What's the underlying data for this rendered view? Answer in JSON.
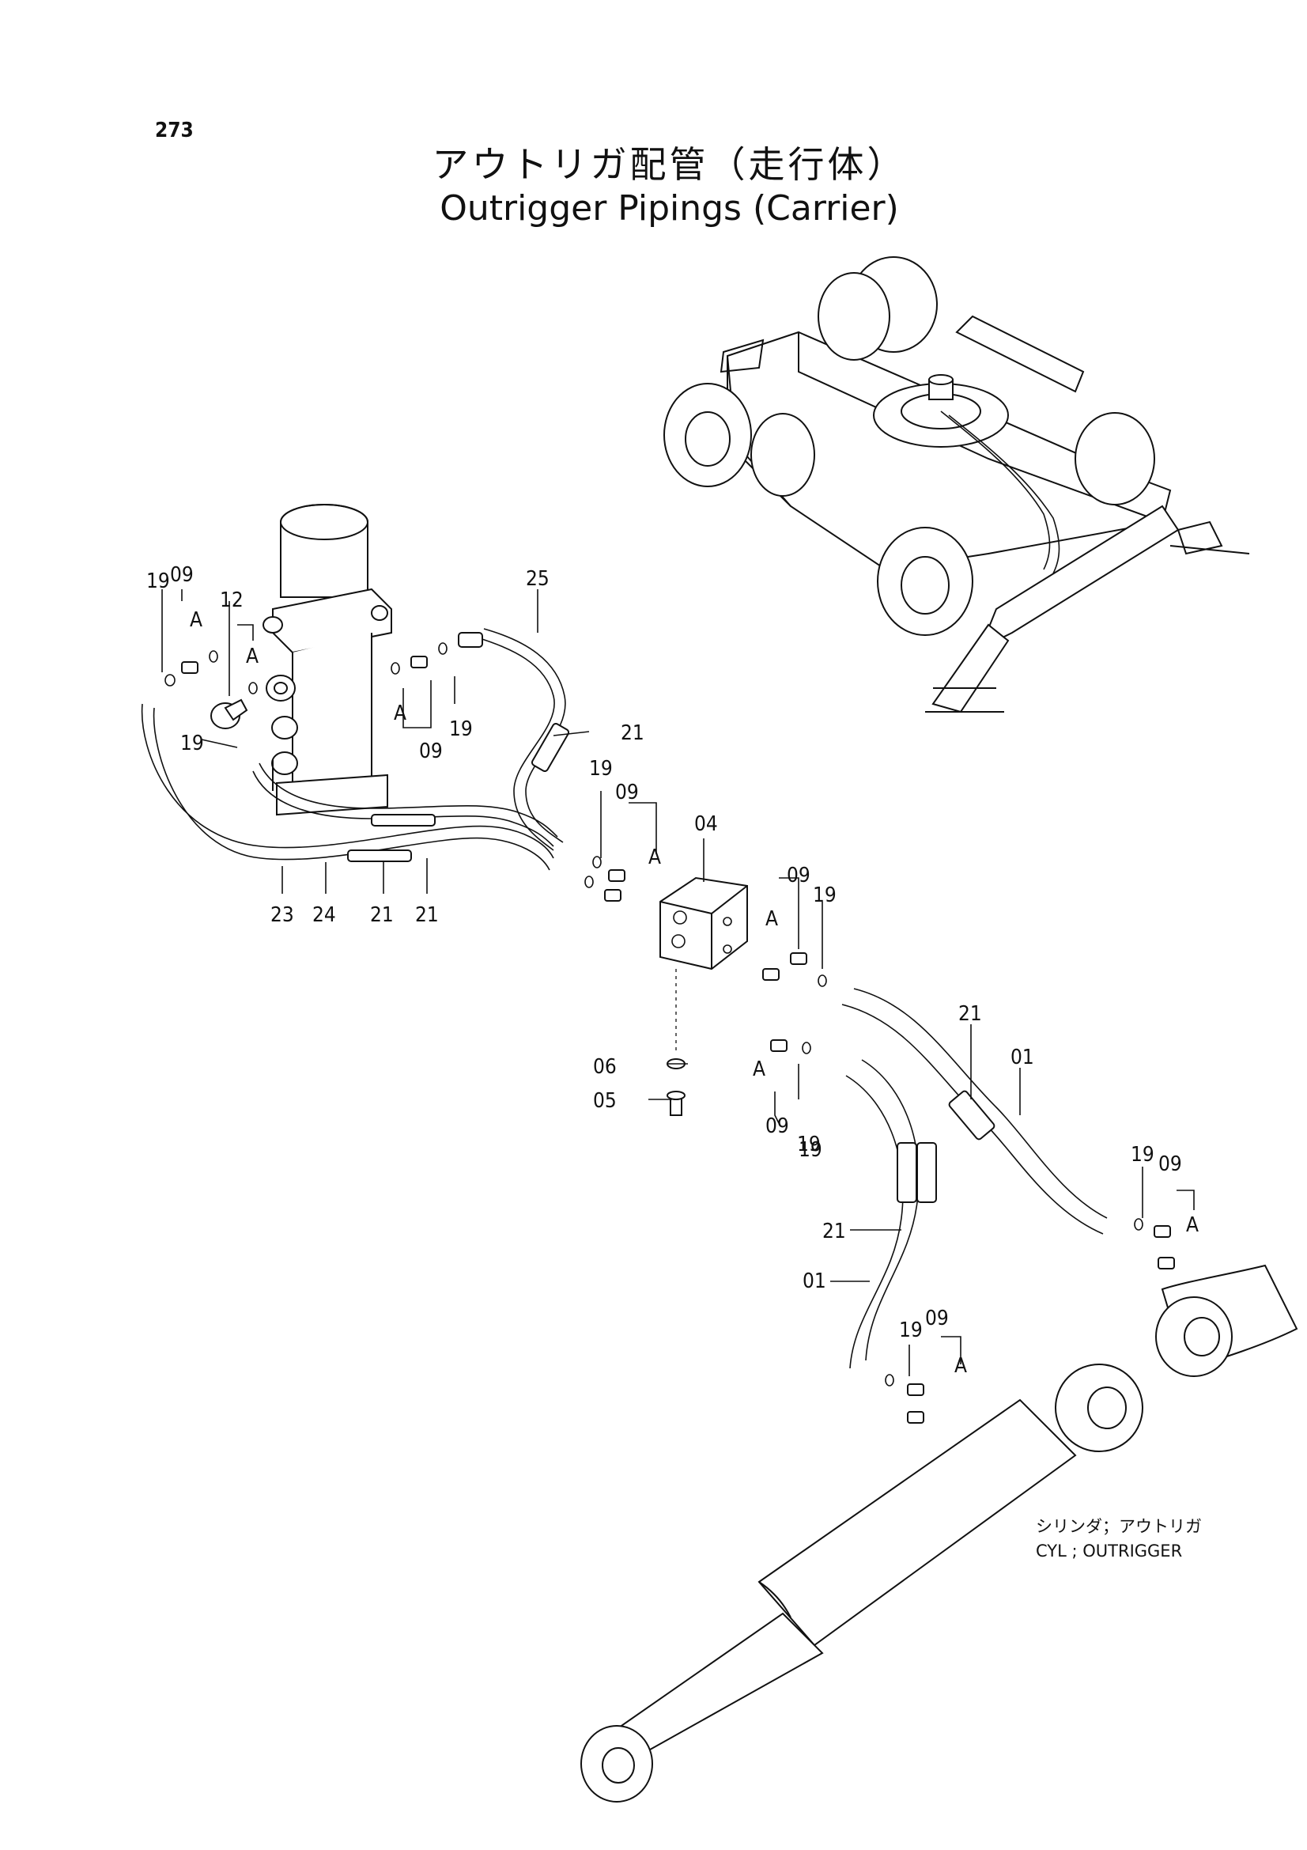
{
  "page_number": "273",
  "title_jp": "アウトリガ配管（走行体）",
  "title_en": "Outrigger Pipings (Carrier)",
  "cylinder_note": {
    "jp": "シリンダ；アウトリガ",
    "en": "CYL ; OUTRIGGER"
  },
  "callouts": [
    "19",
    "09",
    "A",
    "12",
    "A",
    "19",
    "25",
    "A",
    "09",
    "19",
    "21",
    "23",
    "24",
    "21",
    "21",
    "19",
    "09",
    "A",
    "04",
    "09",
    "19",
    "A",
    "06",
    "05",
    "09",
    "19",
    "21",
    "01",
    "19",
    "09",
    "A",
    "21",
    "01",
    "19",
    "09",
    "A",
    "A",
    "19"
  ]
}
